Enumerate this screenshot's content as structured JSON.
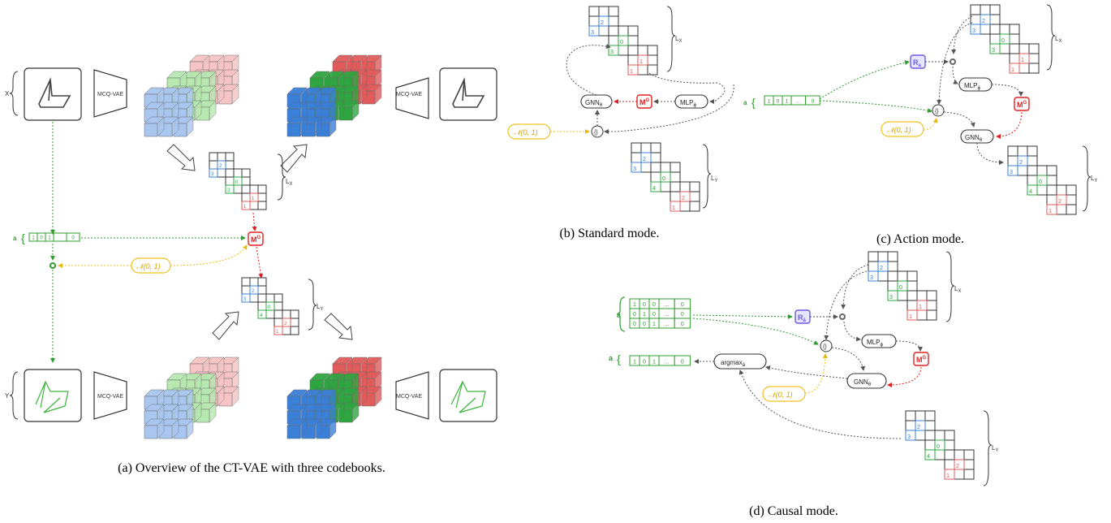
{
  "captions": {
    "a": "(a) Overview of the CT-VAE with three codebooks.",
    "b": "(b) Standard mode.",
    "c": "(c) Action mode.",
    "d": "(d) Causal mode."
  },
  "labels": {
    "x": "X",
    "y": "Y",
    "a": "a",
    "a_hat": "â",
    "encoder": "MCQ-VAE",
    "lx": "L",
    "lx_sub": "X",
    "ly": "L",
    "ly_sub": "Y",
    "mg": "M",
    "mg_sup": "G",
    "noise": "𝒩(0, 1)",
    "gnn": "GNN",
    "gnn_sub": "θ",
    "mlp": "MLP",
    "mlp_sub": "ϕ",
    "ra": "R",
    "ra_sub": "a",
    "rahat_sub": "â",
    "concat": "{}",
    "argmax": "argmax",
    "argmax_sub": "â"
  },
  "vector_a": [
    "1",
    "0",
    "1",
    "...",
    "0"
  ],
  "vector_a_short": [
    "1",
    "0",
    "1",
    "",
    "0"
  ],
  "matrix_a_hat": [
    [
      "1",
      "0",
      "0",
      "...",
      "0"
    ],
    [
      "0",
      "1",
      "0",
      "...",
      "0"
    ],
    [
      "0",
      "0",
      "1",
      "...",
      "0"
    ]
  ],
  "grid_x": {
    "blue": "3",
    "blue2": "2",
    "green": "3",
    "green2": "0",
    "red": "1",
    "red2": "1"
  },
  "grid_y": {
    "blue": "3",
    "blue2": "2",
    "green": "4",
    "green2": "0",
    "red": "1",
    "red2": "2"
  },
  "colors": {
    "green": "#2e9e2e",
    "red": "#e02020",
    "yellow": "#f0c020",
    "purple": "#6a5ae0",
    "gray": "#666666",
    "cube_blue": "#a9c6f0",
    "cube_green": "#b6e8b0",
    "cube_red": "#f6c4c4",
    "cube_blue_dark": "#3a7fd8",
    "cube_green_dark": "#2ea640",
    "cube_red_dark": "#e25b5b"
  }
}
